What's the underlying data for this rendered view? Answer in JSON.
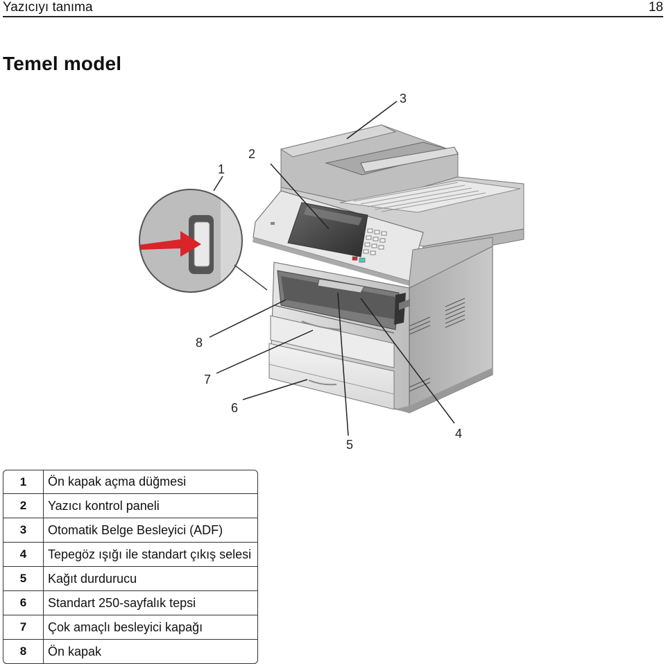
{
  "header": {
    "title": "Yazıcıyı tanıma",
    "page": "18"
  },
  "section": {
    "title": "Temel model"
  },
  "figure": {
    "callouts": [
      "1",
      "2",
      "3",
      "4",
      "5",
      "6",
      "7",
      "8"
    ]
  },
  "legend": {
    "rows": [
      {
        "num": "1",
        "label": "Ön kapak açma düğmesi"
      },
      {
        "num": "2",
        "label": "Yazıcı kontrol paneli"
      },
      {
        "num": "3",
        "label": "Otomatik Belge Besleyici (ADF)"
      },
      {
        "num": "4",
        "label": "Tepegöz ışığı ile standart çıkış selesi"
      },
      {
        "num": "5",
        "label": "Kağıt durdurucu"
      },
      {
        "num": "6",
        "label": "Standart 250-sayfalık tepsi"
      },
      {
        "num": "7",
        "label": "Çok amaçlı besleyici kapağı"
      },
      {
        "num": "8",
        "label": "Ön kapak"
      }
    ]
  },
  "colors": {
    "arrow": "#d9242a",
    "body": "#c8c8c8",
    "display": "#3a3a3a"
  }
}
